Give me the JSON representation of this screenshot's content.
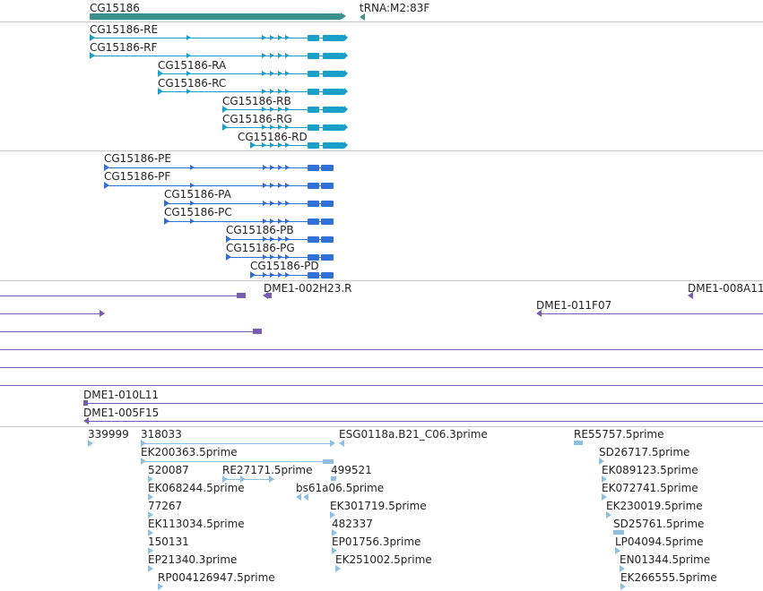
{
  "gene_track": {
    "gene_label": "CG15186",
    "trna_label": "tRNA:M2:83F",
    "color": "#3a8f8f"
  },
  "transcripts": {
    "color": "#1aa0c8",
    "labels": [
      "CG15186-RE",
      "CG15186-RF",
      "CG15186-RA",
      "CG15186-RC",
      "CG15186-RB",
      "CG15186-RG",
      "CG15186-RD"
    ]
  },
  "proteins": {
    "color": "#2f6fd6",
    "labels": [
      "CG15186-PE",
      "CG15186-PF",
      "CG15186-PA",
      "CG15186-PC",
      "CG15186-PB",
      "CG15186-PG",
      "CG15186-PD"
    ]
  },
  "genomic_clones": {
    "color": "#7a5cae",
    "labels": [
      "DME1-002H23.R",
      "DME1-008A11",
      "DME1-011F07",
      "DME1-010L11",
      "DME1-005F15"
    ]
  },
  "est_track": {
    "color": "#8cbfe0",
    "labels": [
      "339999",
      "318033",
      "ESG0118a.B21_C06.3prime",
      "RE55757.5prime",
      "EK200363.5prime",
      "SD26717.5prime",
      "520087",
      "RE27171.5prime",
      "499521",
      "EK089123.5prime",
      "EK068244.5prime",
      "bs61a06.5prime",
      "EK072741.5prime",
      "77267",
      "EK301719.5prime",
      "EK230019.5prime",
      "EK113034.5prime",
      "482337",
      "SD25761.5prime",
      "150131",
      "EP01756.3prime",
      "LP04094.5prime",
      "EP21340.3prime",
      "EK251002.5prime",
      "EN01344.5prime",
      "RP004126947.5prime",
      "EK266555.5prime"
    ]
  }
}
